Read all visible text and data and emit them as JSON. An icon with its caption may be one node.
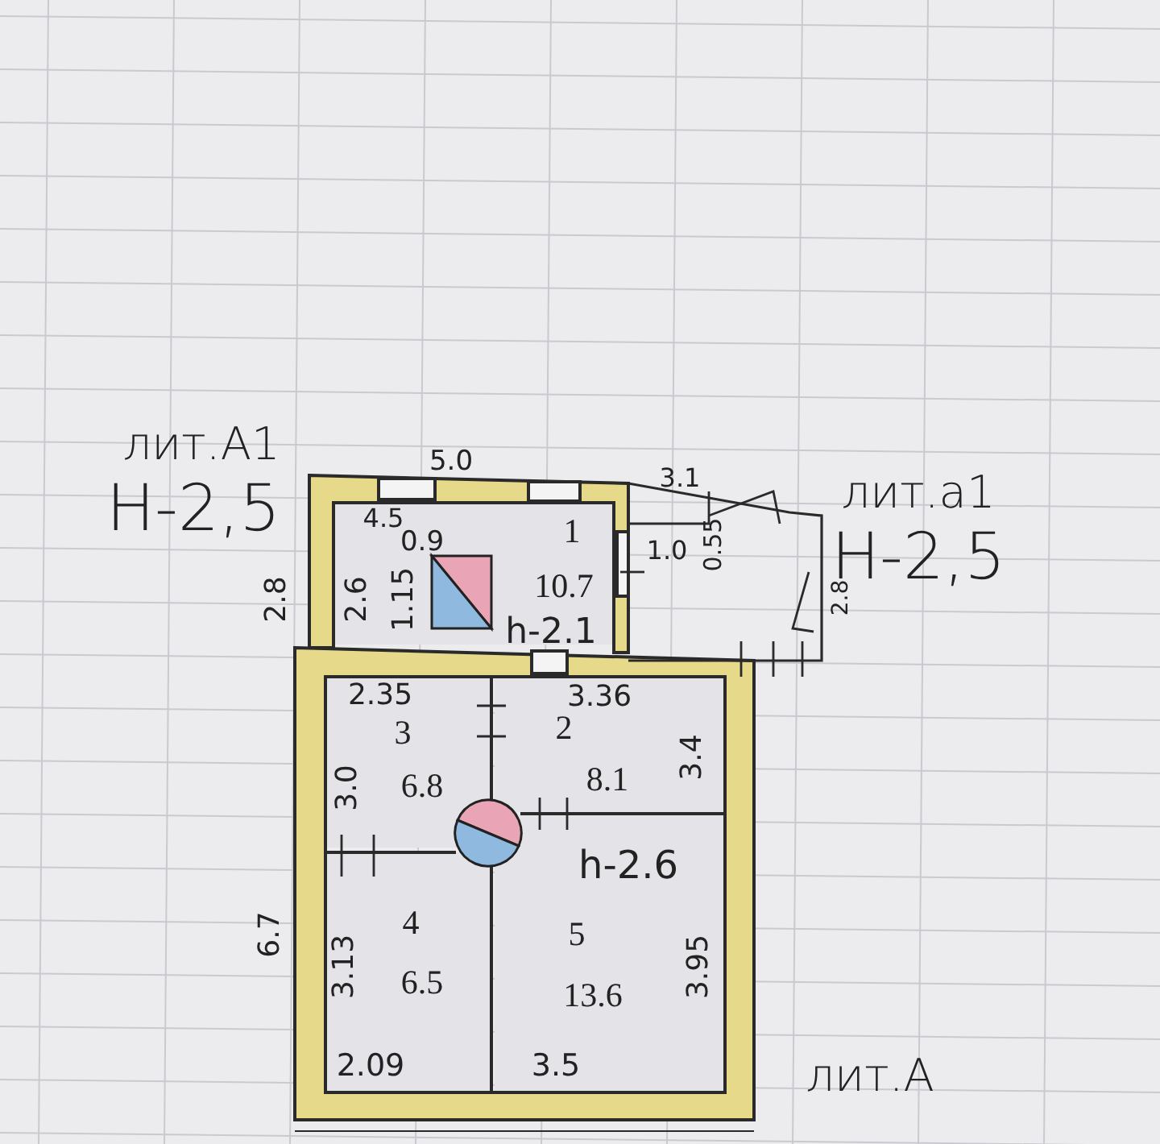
{
  "diagram": {
    "nodes": [
      {
        "text": [
          "1",
          "10.7"
        ]
      },
      {
        "text": [
          "2",
          "8.1"
        ]
      },
      {
        "text": [
          "3",
          "6.8"
        ]
      },
      {
        "text": [
          "4",
          "6.5"
        ]
      },
      {
        "text": [
          "5",
          "13.6"
        ]
      }
    ],
    "labels": [
      "лит.А1",
      "Н-2,5",
      "5.0",
      "3.1",
      "лит.а1",
      "Н-2,5",
      "4.5",
      "0.9",
      "1.0",
      "0.55",
      "2.8",
      "2.6",
      "1.15",
      "h-2.1",
      "2.8",
      "2.35",
      "3.36",
      "3.4",
      "3.0",
      "h-2.6",
      "6.7",
      "3.13",
      "3.95",
      "2.09",
      "3.5",
      "лит.А"
    ]
  }
}
